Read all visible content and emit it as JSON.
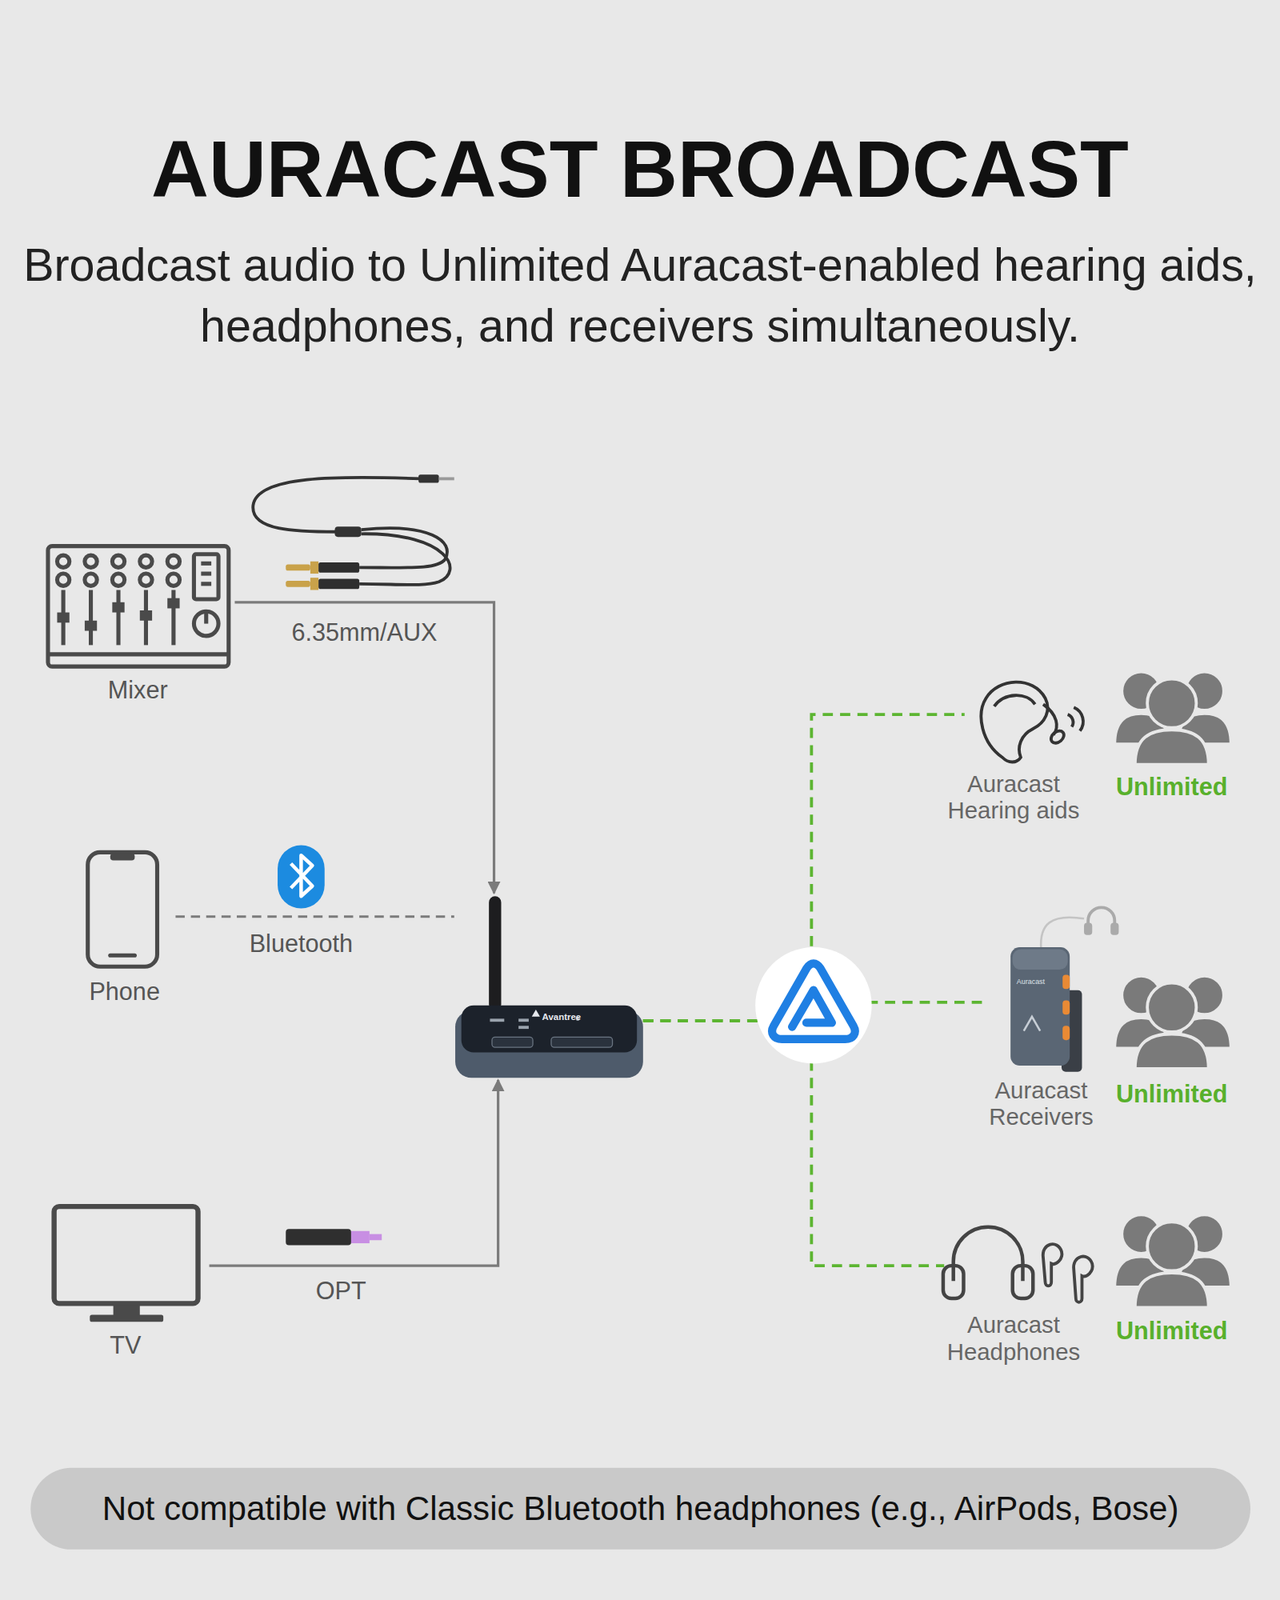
{
  "diagram": {
    "title": "AURACAST BROADCAST",
    "nodes": [
      {
        "text": [
          "Mixer"
        ]
      },
      {
        "text": [
          "Phone"
        ]
      },
      {
        "text": [
          "TV"
        ]
      },
      {
        "text": [
          "Avantree"
        ]
      },
      {
        "text": [
          "Auracast Hearing aids"
        ]
      },
      {
        "text": [
          "Auracast Receivers"
        ]
      },
      {
        "text": [
          "Auracast Headphones"
        ]
      },
      {
        "text": [
          "Not compatible with Classic Bluetooth headphones (e.g., AirPods, Bose)"
        ]
      }
    ],
    "edges": [
      {
        "from": 0,
        "to": 3,
        "arrow": "to",
        "label": "6.35mm/AUX"
      },
      {
        "from": 1,
        "to": 3,
        "arrow": "none",
        "label": "Bluetooth"
      },
      {
        "from": 2,
        "to": 3,
        "arrow": "to",
        "label": "OPT"
      },
      {
        "from": 3,
        "to": 4,
        "arrow": "none"
      },
      {
        "from": 3,
        "to": 5,
        "arrow": "none"
      },
      {
        "from": 3,
        "to": 6,
        "arrow": "none"
      }
    ],
    "labels": [
      "Broadcast audio to Unlimited Auracast-enabled hearing aids, headphones, and receivers simultaneously.",
      "Unlimited",
      "Unlimited",
      "Unlimited",
      "Auracast"
    ]
  }
}
